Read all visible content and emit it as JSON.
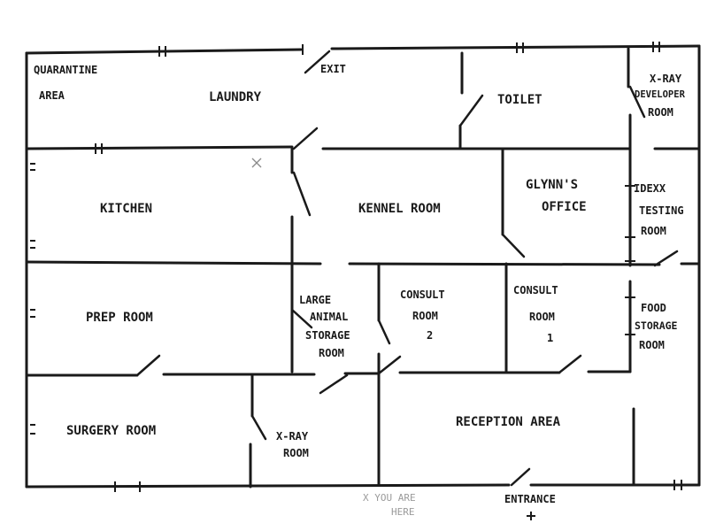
{
  "rooms": {
    "quarantine_1": "QUARANTINE",
    "quarantine_2": "AREA",
    "laundry": "LAUNDRY",
    "exit": "EXIT",
    "toilet": "TOILET",
    "xray_dev_1": "X-RAY",
    "xray_dev_2": "DEVELOPER",
    "xray_dev_3": "ROOM",
    "kitchen": "KITCHEN",
    "kennel": "KENNEL ROOM",
    "glynns_1": "GLYNN'S",
    "glynns_2": "OFFICE",
    "idexx_1": "IDEXX",
    "idexx_2": "TESTING",
    "idexx_3": "ROOM",
    "prep": "PREP ROOM",
    "large_1": "LARGE",
    "large_2": "ANIMAL",
    "large_3": "STORAGE",
    "large_4": "ROOM",
    "consult2_1": "CONSULT",
    "consult2_2": "ROOM",
    "consult2_3": "2",
    "consult1_1": "CONSULT",
    "consult1_2": "ROOM",
    "consult1_3": "1",
    "food_1": "FOOD",
    "food_2": "STORAGE",
    "food_3": "ROOM",
    "surgery": "SURGERY ROOM",
    "xray_1": "X-RAY",
    "xray_2": "ROOM",
    "reception": "RECEPTION AREA",
    "entrance": "ENTRANCE"
  },
  "markers": {
    "you_are_here_1": "X YOU ARE",
    "you_are_here_2": "HERE"
  }
}
